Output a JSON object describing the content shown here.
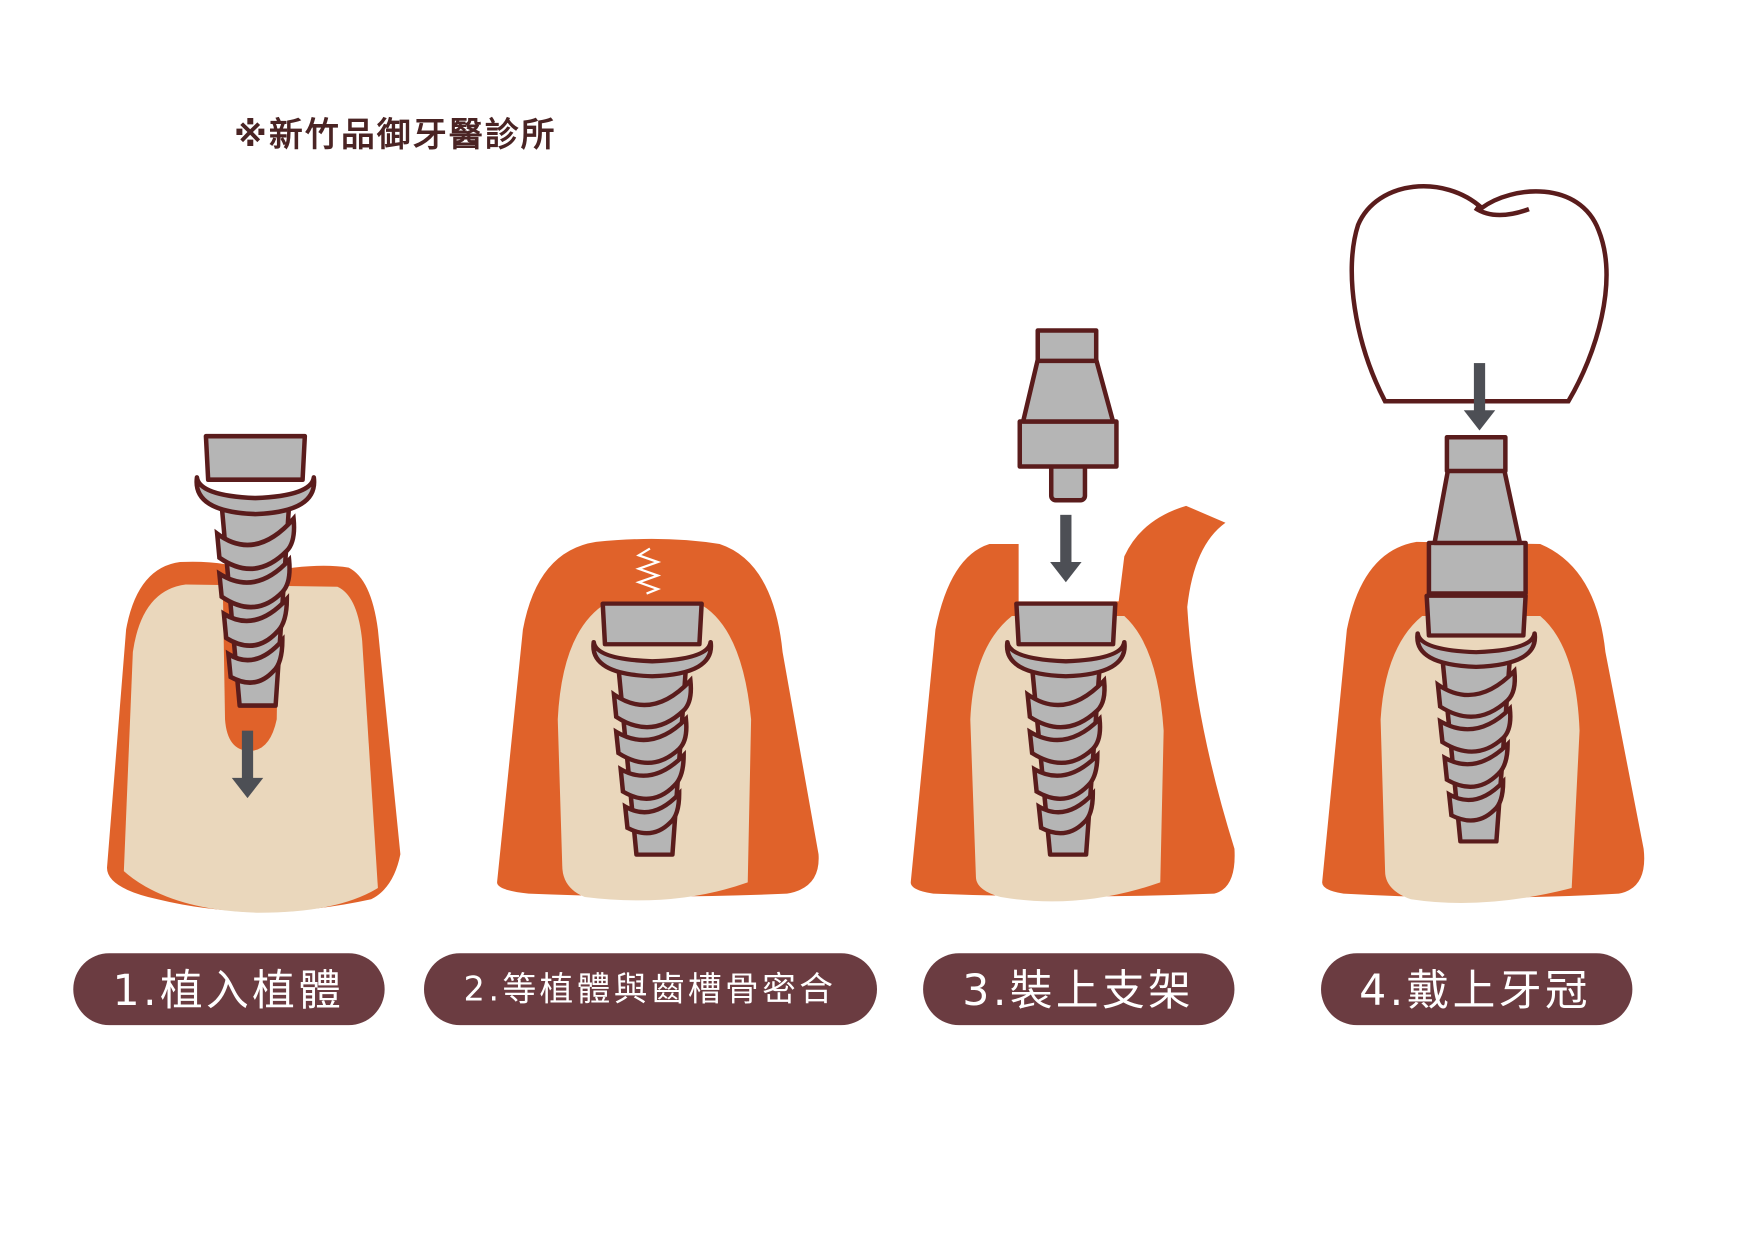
{
  "header": {
    "clinic_name": "※新竹品御牙醫診所"
  },
  "steps": [
    {
      "label": "1.植入植體"
    },
    {
      "label": "2.等植體與齒槽骨密合"
    },
    {
      "label": "3.裝上支架"
    },
    {
      "label": "4.戴上牙冠"
    }
  ],
  "colors": {
    "gum": "#E0622A",
    "bone": "#EAD7BC",
    "metal": "#B5B5B5",
    "outline": "#5A1C1C",
    "label_bg": "#6B3C41",
    "arrow": "#4D4F55"
  }
}
